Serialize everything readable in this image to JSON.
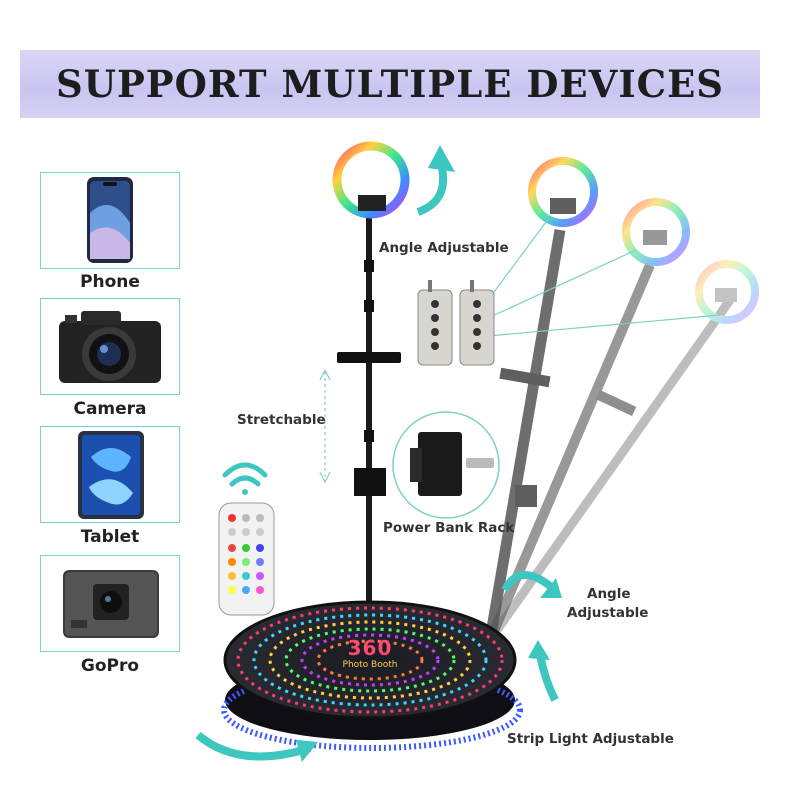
{
  "banner": {
    "title": "SUPPORT MULTIPLE DEVICES",
    "color": "#cbc8f2"
  },
  "devices": [
    {
      "label": "Phone",
      "icon": "phone-icon"
    },
    {
      "label": "Camera",
      "icon": "camera-icon"
    },
    {
      "label": "Tablet",
      "icon": "tablet-icon"
    },
    {
      "label": "GoPro",
      "icon": "gopro-icon"
    }
  ],
  "annotations": {
    "angle_top": "Angle Adjustable",
    "stretchable": "Stretchable",
    "power_bank": "Power Bank Rack",
    "angle_bottom_line1": "Angle",
    "angle_bottom_line2": "Adjustable",
    "strip_light": "Strip Light Adjustable"
  },
  "platform": {
    "brand_number": "360",
    "brand_text": "Photo Booth"
  },
  "colors": {
    "card_border": "#7fd0c7",
    "arrow_teal": "#3ec6c0",
    "platform_dark": "#1c1c24",
    "strip_blue": "#3b5cff"
  }
}
